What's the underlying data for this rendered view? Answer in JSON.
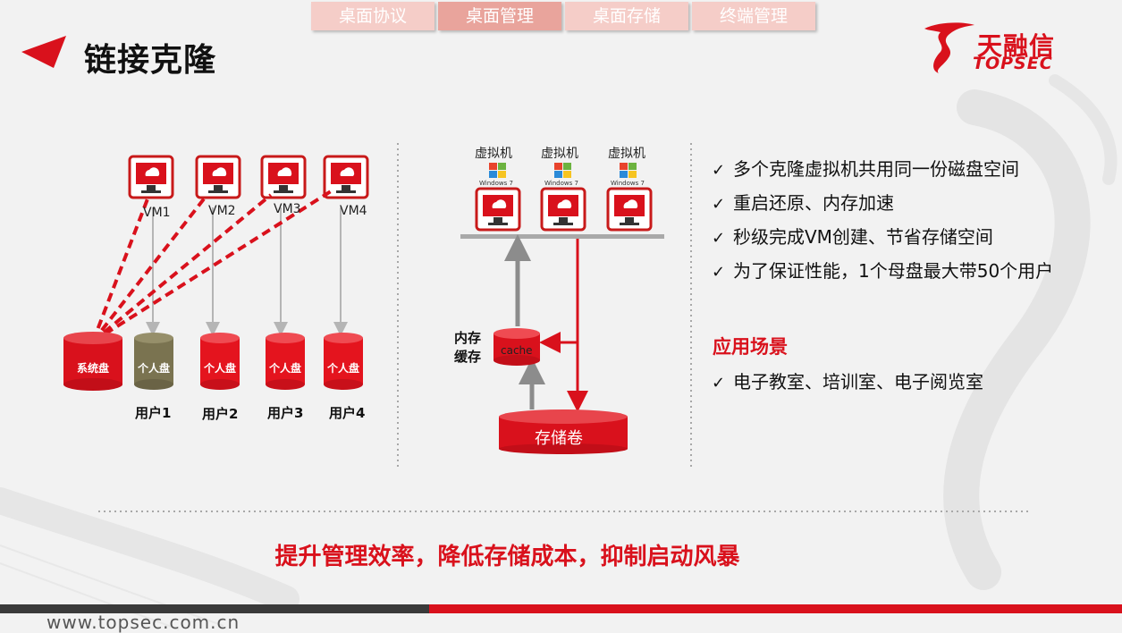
{
  "tabs": [
    {
      "label": "桌面协议",
      "active": false
    },
    {
      "label": "桌面管理",
      "active": true
    },
    {
      "label": "桌面存储",
      "active": false
    },
    {
      "label": "终端管理",
      "active": false
    }
  ],
  "page_title": "链接克隆",
  "brand": {
    "cn": "天融信",
    "en": "TOPSEC"
  },
  "left_diagram": {
    "vm_labels": [
      "VM1",
      "VM2",
      "VM3",
      "VM4"
    ],
    "system_disk": "系统盘",
    "personal_disk": "个人盘",
    "users": [
      "用户1",
      "用户2",
      "用户3",
      "用户4"
    ]
  },
  "middle_diagram": {
    "vm_label": "虚拟机",
    "os_label": "Windows 7",
    "memory_label_1": "内存",
    "memory_label_2": "缓存",
    "cache_label": "cache",
    "storage_label": "存储卷"
  },
  "features": [
    "多个克隆虚拟机共用同一份磁盘空间",
    "重启还原、内存加速",
    "秒级完成VM创建、节省存储空间",
    "为了保证性能，1个母盘最大带50个用户"
  ],
  "check_icon": "✓",
  "scenario": {
    "title": "应用场景",
    "items": [
      "电子教室、培训室、电子阅览室"
    ]
  },
  "slogan": "提升管理效率，降低存储成本，抑制启动风暴",
  "footer": {
    "url": "www.topsec.com.cn"
  },
  "colors": {
    "brand_red": "#d9111c",
    "olive_disk": "#7a7350",
    "tab_active": "#e9a49c",
    "tab_idle": "#f5cdc8"
  }
}
